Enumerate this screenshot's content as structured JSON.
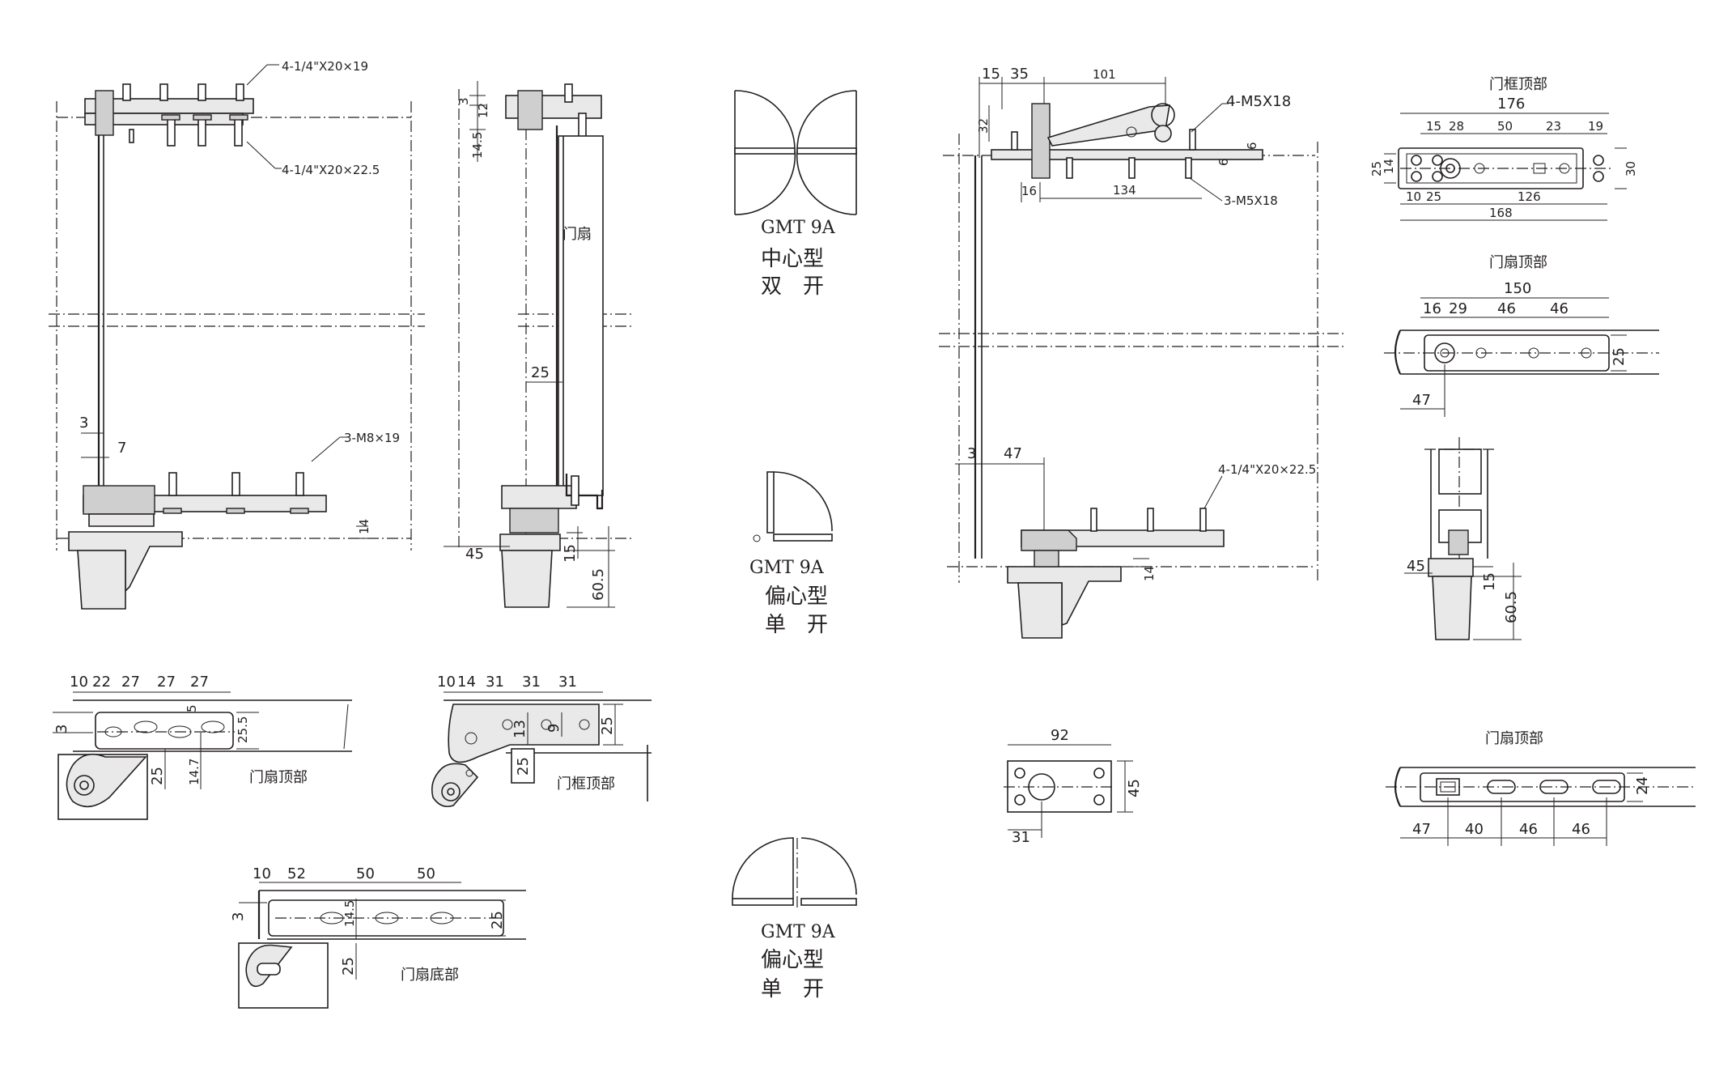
{
  "labels": {
    "screw_door_top_a": "4-1/4\"X20×19",
    "screw_door_top_b": "4-1/4\"X20×22.5",
    "screw_bottom_m8": "3-M8×19",
    "door_leaf": "门扇",
    "screw_m5_a": "4-M5X18",
    "screw_m5_b": "3-M5X18",
    "screw_bottom_right": "4-1/4\"X20×22.5",
    "frame_top_a": "门框顶部",
    "door_top_a": "门扇顶部",
    "door_top_b": "门扇顶部",
    "door_top_c": "门扇顶部",
    "frame_top_b": "门框顶部",
    "door_bottom": "门扇底部"
  },
  "models": [
    {
      "model": "GMT 9A",
      "type": "中心型",
      "mode": "双　开"
    },
    {
      "model": "GMT 9A",
      "type": "偏心型",
      "mode": "单　开"
    },
    {
      "model": "GMT 9A",
      "type": "偏心型",
      "mode": "单　开"
    }
  ],
  "dims": {
    "a_3": "3",
    "a_7": "7",
    "a_14": "14",
    "b_3": "3",
    "b_12": "12",
    "b_14_5": "14.5",
    "b_25": "25",
    "b_45": "45",
    "b_15": "15",
    "b_60_5": "60.5",
    "c_10": "10",
    "c_22": "22",
    "c_27a": "27",
    "c_27b": "27",
    "c_27c": "27",
    "c_3": "3",
    "c_5": "5",
    "c_25_5": "25.5",
    "c_25": "25",
    "c_14_7": "14.7",
    "d_10": "10",
    "d_14": "14",
    "d_31a": "31",
    "d_31b": "31",
    "d_31c": "31",
    "d_13": "13",
    "d_9": "9",
    "d_25a": "25",
    "d_25b": "25",
    "e_10": "10",
    "e_52": "52",
    "e_50a": "50",
    "e_50b": "50",
    "e_3": "3",
    "e_14_5": "14.5",
    "e_25a": "25",
    "e_25b": "25",
    "f_15": "15",
    "f_35": "35",
    "f_101": "101",
    "f_32": "32",
    "f_6a": "6",
    "f_6b": "6",
    "f_16": "16",
    "f_134": "134",
    "f_3": "3",
    "f_47": "47",
    "f_14": "14",
    "g_176": "176",
    "g_15": "15",
    "g_28": "28",
    "g_50": "50",
    "g_23": "23",
    "g_19": "19",
    "g_25": "25",
    "g_14": "14",
    "g_30": "30",
    "g_10": "10",
    "g_25b": "25",
    "g_126": "126",
    "g_168": "168",
    "h_150": "150",
    "h_16": "16",
    "h_29": "29",
    "h_46a": "46",
    "h_46b": "46",
    "h_25": "25",
    "h_47": "47",
    "i_45": "45",
    "i_15": "15",
    "i_60_5": "60.5",
    "j_92": "92",
    "j_45": "45",
    "j_31": "31",
    "k_47": "47",
    "k_40": "40",
    "k_46a": "46",
    "k_46b": "46",
    "k_24": "24"
  }
}
